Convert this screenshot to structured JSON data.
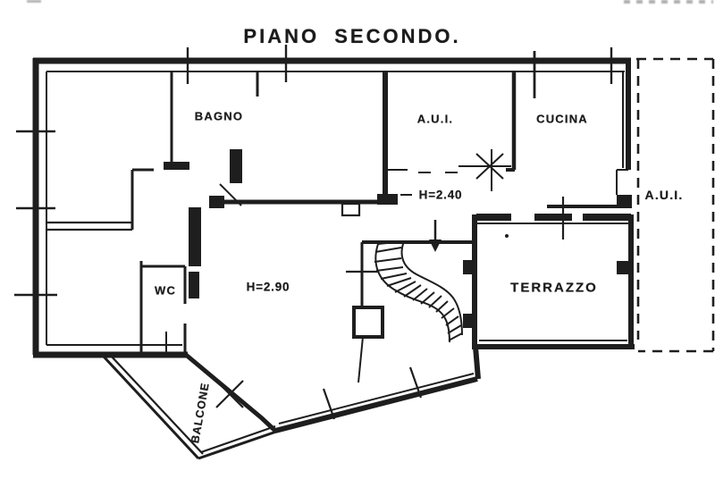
{
  "colors": {
    "ink": "#1e1e1e",
    "paper": "#ffffff"
  },
  "title": "PIANO SECONDO.",
  "rooms": [
    {
      "name": "BAGNO"
    },
    {
      "name": "A.U.I."
    },
    {
      "name": "CUCINA"
    },
    {
      "name": "WC"
    },
    {
      "name": "TERRAZZO"
    },
    {
      "name": "BALCONE"
    },
    {
      "name": "A.U.I."
    }
  ],
  "annotations": [
    {
      "text": "H=2.40"
    },
    {
      "text": "H=2.90"
    }
  ]
}
